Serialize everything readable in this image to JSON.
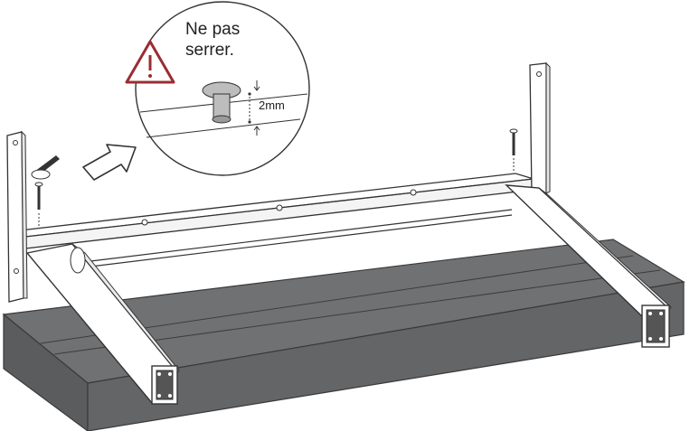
{
  "callout": {
    "warning_line_1": "Ne pas",
    "warning_line_2": "serrer.",
    "dimension_label": "2mm",
    "warning_icon": "warning-triangle-icon",
    "warning_color": "#9b2c33"
  },
  "colors": {
    "tabletop": "#6d6e70",
    "tabletop_edge": "#4a4b4d",
    "frame_fill": "#ffffff",
    "frame_stroke": "#333333"
  },
  "icons": {
    "hex_key": "hex-key-icon",
    "arrow": "direction-arrow-icon",
    "bolt": "bolt-icon"
  }
}
